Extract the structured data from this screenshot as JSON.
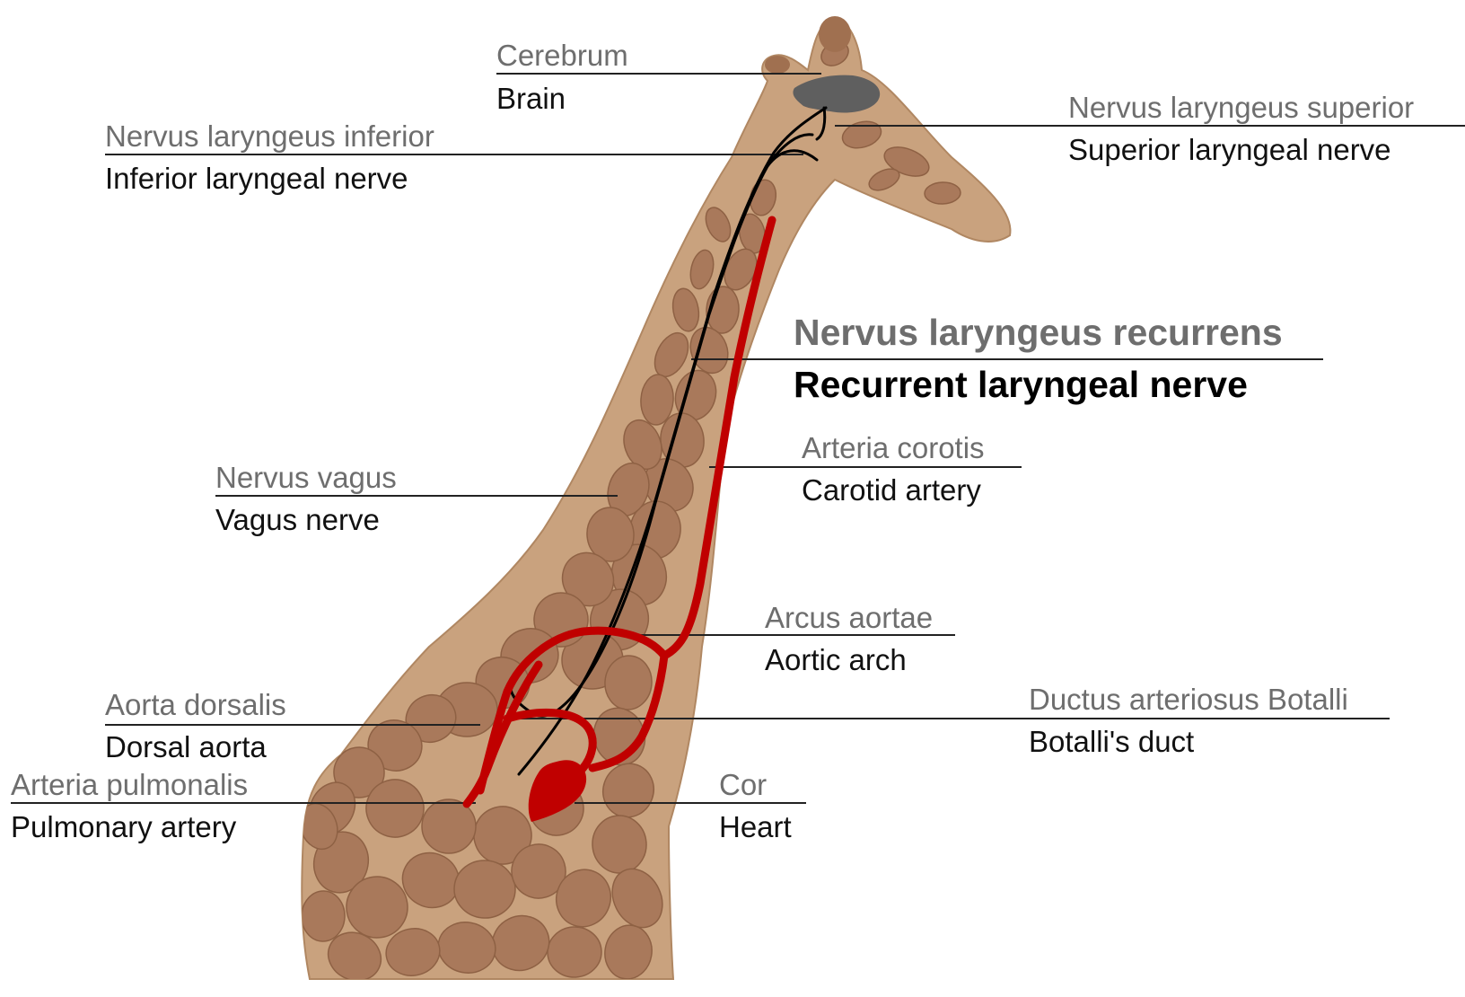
{
  "labels": {
    "cerebrum": {
      "latin": "Cerebrum",
      "english": "Brain"
    },
    "superior": {
      "latin": "Nervus laryngeus superior",
      "english": "Superior laryngeal nerve"
    },
    "inferior": {
      "latin": "Nervus laryngeus inferior",
      "english": "Inferior laryngeal nerve"
    },
    "recurrent": {
      "latin": "Nervus laryngeus recurrens",
      "english": "Recurrent laryngeal nerve"
    },
    "carotid": {
      "latin": "Arteria corotis",
      "english": "Carotid artery"
    },
    "vagus": {
      "latin": "Nervus vagus",
      "english": "Vagus nerve"
    },
    "aortic_arch": {
      "latin": "Arcus aortae",
      "english": "Aortic arch"
    },
    "dorsal_aorta": {
      "latin": "Aorta dorsalis",
      "english": "Dorsal aorta"
    },
    "botalli": {
      "latin": "Ductus arteriosus Botalli",
      "english": "Botalli's duct"
    },
    "pulmonary": {
      "latin": "Arteria pulmonalis",
      "english": "Pulmonary artery"
    },
    "heart": {
      "latin": "Cor",
      "english": "Heart"
    }
  },
  "colors": {
    "artery": "#c00000",
    "nerve": "#000000",
    "brain": "#5f5f5f",
    "fur": "#c8a07c",
    "patch": "#a8785a"
  }
}
